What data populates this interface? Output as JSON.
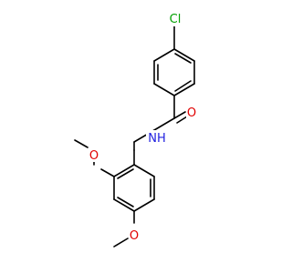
{
  "colors": {
    "background": "#ffffff",
    "bond": "#000000",
    "carbon": "#000000",
    "chlorine": "#00a000",
    "oxygen": "#e00000",
    "nitrogen": "#2020e0"
  },
  "atoms": {
    "cl": "Cl",
    "o_carbonyl": "O",
    "nh": "NH",
    "o_methoxy_ortho": "O",
    "o_methoxy_para": "O"
  }
}
